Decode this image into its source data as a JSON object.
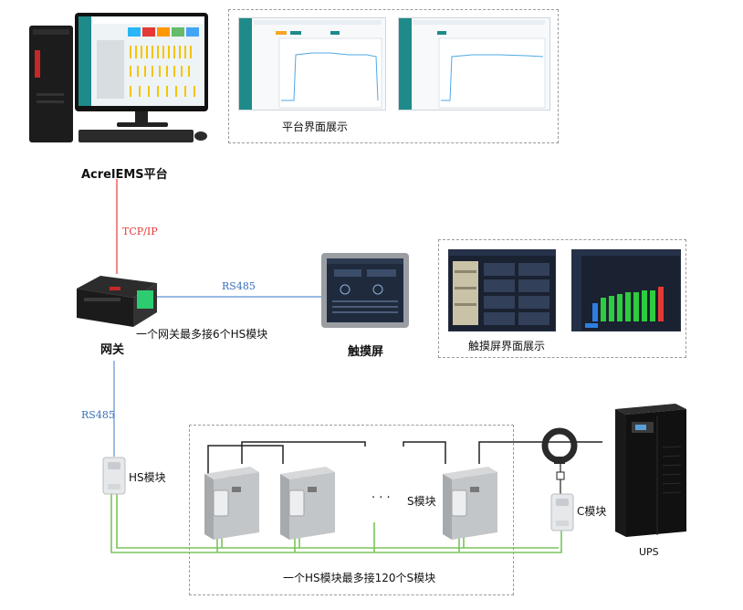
{
  "labels": {
    "platform_name": "AcrelEMS平台",
    "platform_ui": "平台界面展示",
    "tcpip": "TCP/IP",
    "rs485_horizontal": "RS485",
    "rs485_vertical": "RS485",
    "gateway": "网关",
    "gateway_note": "一个网关最多接6个HS模块",
    "touchscreen": "触摸屏",
    "touchscreen_ui": "触摸屏界面展示",
    "hs_module": "HS模块",
    "s_module": "S模块",
    "c_module": "C模块",
    "ups": "UPS",
    "ellipsis": "· · ·",
    "hs_note": "一个HS模块最多接120个S模块"
  },
  "colors": {
    "tcpip_line": "#e53935",
    "rs485_line": "#5b8fd6",
    "bus_green": "#7cc35b",
    "wire_black": "#222222",
    "wire_red": "#d32f2f",
    "dash_border": "#9a9a9a",
    "ui_teal": "#1f8a8a"
  },
  "icons": {
    "computer": "desktop-computer-icon",
    "gateway": "gateway-device-icon",
    "touchscreen": "touchscreen-device-icon",
    "hs_module": "hs-module-device-icon",
    "battery": "battery-icon",
    "c_module": "c-module-device-icon",
    "current_sensor": "current-sensor-icon",
    "ups": "ups-cabinet-icon"
  }
}
